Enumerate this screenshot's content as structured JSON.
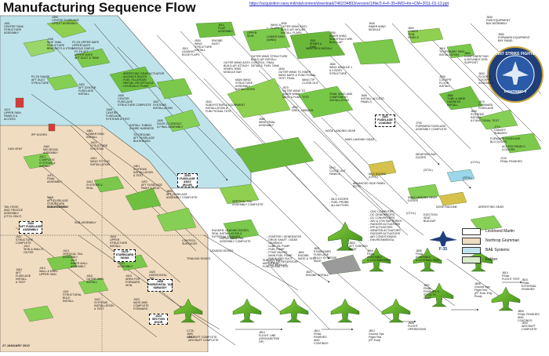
{
  "title": "Manufacturing Sequence Flow",
  "source_url": "https://acquisition.navy.mil/rda/content/download/7462/34893/version/1/file/3.4+F-35+IMD+for+CM+2011-01-13.ppt",
  "date": "27 JANUARY 2010",
  "legend": [
    {
      "label": "Lockheed Martin",
      "color": "#ffffff"
    },
    {
      "label": "Northrop Grumman",
      "color": "#f0dcc0"
    },
    {
      "label": "BAE Systems",
      "color": "#bfe3ea"
    },
    {
      "label": "Fokker",
      "color": "#d8ecc8"
    }
  ],
  "badge": {
    "top_text": "JOINT STRIKE FIGHTER",
    "center_text": "LIGHTNING II"
  },
  "f35_logo": "F-35",
  "boxes": [
    {
      "id": "b1",
      "text": "J2G2\nFUSELAGE\nASSY\n(BLUE)"
    },
    {
      "id": "b2",
      "text": "J301\nFUSELAGE\nLOADING"
    },
    {
      "id": "b3",
      "text": "J333\nAFT FUSELAGE\nASSEMBLY"
    },
    {
      "id": "b4",
      "text": "J4/J5\nSTARBOARD\nSKINS"
    },
    {
      "id": "b5",
      "text": "J424\nSECTION\nDOOR"
    },
    {
      "id": "b6",
      "text": "J455\nHORIZONTAL TAIL\nSUBASSY"
    }
  ],
  "labels": [
    {
      "id": "l1",
      "text": "J400\nCENTER FUSELAGE\nUPSUIT ASSEMBLY"
    },
    {
      "id": "l2",
      "text": "J401\nCENTER TANK\nSTRUCTURE\nASSEMBLY"
    },
    {
      "id": "l3",
      "text": "J406\nSIDE TANK\nSTRUCTURE\nBRACKETS & STNS"
    },
    {
      "id": "l4",
      "text": "P2 ZH UPPER MATE\nUPPER MATE\nMISSILE SHIELD"
    },
    {
      "id": "l5",
      "text": "P2 ZH AFT\nUPPER MATE\nAFT DUCT & TANK"
    },
    {
      "id": "l6",
      "text": "P2 ZH SHADE\nAFT DUCT\nSTRUCTURE"
    },
    {
      "id": "l7",
      "text": "J474\nUPPER SKIN\nPANELS &\nACCESS"
    },
    {
      "id": "l8",
      "text": "J403\nAFT CENTER\nFUSELAGE\nINSTALL"
    },
    {
      "id": "l9",
      "text": "J405\nCENTER\nFUSELAGE\nSTRUCTURE COMPLETE"
    },
    {
      "id": "l10",
      "text": "J407\nSYSTEMS\nINSTALLATION"
    },
    {
      "id": "l11",
      "text": "J408\nCENTER\nFUSELAGE\nSYSTEMS & TEST"
    },
    {
      "id": "l12",
      "text": "J409\nDOOR CLOSEOUT\n& FINAL ASSEMBLY"
    },
    {
      "id": "l13",
      "text": "IPP DOORS"
    },
    {
      "id": "l14",
      "text": "GUN VENT"
    },
    {
      "id": "l15",
      "text": "J4B1\nLOWER SKIN\nINSTALL"
    },
    {
      "id": "l16",
      "text": "J4A2\nMID BOOM\nASSEMBLY"
    },
    {
      "id": "l17",
      "text": "J4C3\nSTRUCTURE\nSYSTEMS"
    },
    {
      "id": "l18",
      "text": "J4C1\nCOMPLETE\nSYSTEMS &\nINSTALL"
    },
    {
      "id": "l19",
      "text": "J4D1\nWING FITTING\nINSTALLATION"
    },
    {
      "id": "l20",
      "text": "J4E1\nSYSTEMS\nINSTALLATION\n& TEST"
    },
    {
      "id": "l21",
      "text": "J4F1\nFINAL\nASSEMBLY"
    },
    {
      "id": "l22",
      "text": "J4F2\nAFT FUSELAGE\nPAINT & SEAL"
    },
    {
      "id": "l23",
      "text": "J4G1\nSYSTEMS &\nSEAL"
    },
    {
      "id": "l24",
      "text": "TAIL HOOK\nAND TRIGGLE\nASSEMBLY\n(CTOL ONLY)"
    },
    {
      "id": "l25",
      "text": "SUB-ASSEMBLY"
    },
    {
      "id": "l26",
      "text": "J411\nSTRUCTURE\nCOMPLETE"
    },
    {
      "id": "l27",
      "text": "J412\nSKIN & WALLS\nOUTER"
    },
    {
      "id": "l28",
      "text": "J413\nVERTICAL TAIL\nASSEMBLY"
    },
    {
      "id": "l29",
      "text": "J414\nWALL & DRILL\nUPPER SKIN"
    },
    {
      "id": "l30",
      "text": "J415\nINNER WALL\nASSEMBLY"
    },
    {
      "id": "l31",
      "text": "J416\nUPPER\nSTRUCTURE\nINSTALL"
    },
    {
      "id": "l32",
      "text": "J417\nTEST\nASSEMBLY"
    },
    {
      "id": "l33",
      "text": "J418\nOUTER SKIN\nINSTALL"
    },
    {
      "id": "l34",
      "text": "J419\nAREA FOR\nFORWARD\nSKIN"
    },
    {
      "id": "l35",
      "text": "J420\nHORIZONTAL\nTAIL\nASSEMBLY"
    },
    {
      "id": "l36",
      "text": "J421\nSTRUCTURAL\nBULK\nINSTALL"
    },
    {
      "id": "l37",
      "text": "J422\nSYSTEMS\nINSTALLATION\n& TEST"
    },
    {
      "id": "l38",
      "text": "J423\nMATE AND\nCOMPLETE\nFORWARD"
    },
    {
      "id": "l39",
      "text": "J500\nWING\nSTRUCTURE\nINSTALL"
    },
    {
      "id": "l40",
      "text": "J510\nLEADING\nEDGE FLAPS"
    },
    {
      "id": "l41",
      "text": "J514\nFLAP\nASSEMBLY"
    },
    {
      "id": "l42",
      "text": "J520\nSUBSYSTEMS & EQUIPMENT\nINSTALLATION &\nFUNCTIONAL TEST"
    },
    {
      "id": "l43",
      "text": "J530\nOUTER WING ASSY\nBUILD-UP, MOUNT\nINSTALL FLAPS"
    },
    {
      "id": "l44",
      "text": "J540\nINNER WING\nMODULE"
    },
    {
      "id": "l45",
      "text": "J550\nINNER WING\nSUBSTRUCTURE\nBUILD-UP"
    },
    {
      "id": "l46",
      "text": "J551\nSPARS &\nRIBS"
    },
    {
      "id": "l47",
      "text": "J560\nWING MODULE 1\n& 2 BODY\nSTRUCTURE"
    },
    {
      "id": "l48",
      "text": "J570\nOUTER WING TO\nINNER WING\nMATE & FUNC TEST"
    },
    {
      "id": "l49",
      "text": "J580\nWING FINAL\nASSEMBLY"
    },
    {
      "id": "l50",
      "text": "J600\nLOWER\nSKIN\nPANELS"
    },
    {
      "id": "l51",
      "text": "J602\nDRILL, DEBURR"
    },
    {
      "id": "l52",
      "text": "J610\nTEMPORARY SKIN\nINSTALLATION"
    },
    {
      "id": "l53",
      "text": "J620\nFLOOR &\nCOCKPIT\nASSEMBLY"
    },
    {
      "id": "l54",
      "text": "J630\nCOCKPIT\nFLOOR\nINSTALL"
    },
    {
      "id": "l55",
      "text": "J640\nFWD EQUIPMENT\nBAY ASSEMBLY"
    },
    {
      "id": "l56",
      "text": "J650\nFORWARD EQUIPMENT\nBAY PANEL"
    },
    {
      "id": "l57",
      "text": "J660\nCOMPONENT BAY\n& MOVABLE DISK\nSUPPORT"
    },
    {
      "id": "l58",
      "text": "J670\nFORWARD\nFUSELAGE"
    },
    {
      "id": "l59",
      "text": "J680\nTUBE & WIRE\nHARNESS\nINSTALL"
    },
    {
      "id": "l60",
      "text": "J690\nSYSTEMS\nINSTALL\n& FUNCTIONAL TEST"
    },
    {
      "id": "l61",
      "text": "J700\nFORWARD FUSELAGE\nASSEMBLY COMPLETE"
    },
    {
      "id": "l62",
      "text": "J710\nCANOPY\nSUBASSY"
    },
    {
      "id": "l63",
      "text": "ACCESS PANELS\n& DOORS"
    },
    {
      "id": "l64",
      "text": "J720\nFINAL FINISHES"
    },
    {
      "id": "l65",
      "text": "FORWARD FUSELAGE\nBLG DOORS"
    },
    {
      "id": "l66",
      "text": "MAIN LANDING GEAR"
    },
    {
      "id": "l67",
      "text": "NOSE LANDING GEAR"
    },
    {
      "id": "l68",
      "text": "WEAPONS BAY\nDOORS"
    },
    {
      "id": "l69",
      "text": "MLG\nCLOSE-OUT\nPANELS"
    },
    {
      "id": "l70",
      "text": "MLG DOORS\n(CTOL)"
    },
    {
      "id": "l71",
      "text": "ADVANCED SIDE PANEL\nEDTS"
    },
    {
      "id": "l72",
      "text": "MAIN LANDING GEAR\nDOORS"
    },
    {
      "id": "l73",
      "text": "ARRESTING GEAR"
    },
    {
      "id": "l74",
      "text": "(STOL)"
    },
    {
      "id": "l75",
      "text": "NOSE RADOME"
    },
    {
      "id": "l76",
      "text": "EJECTION\nSEAT\nBUILDUP"
    },
    {
      "id": "l77",
      "text": "J800\nAFT FUSELAGE\nASSEMBLY COMPLETE"
    },
    {
      "id": "l78",
      "text": "J801\nSTARBOARD\nFUSELAGE\nFULLY SYSTEMS\nMATE"
    },
    {
      "id": "l79",
      "text": "J802\nENGINE\nMATE & TEST"
    },
    {
      "id": "l80",
      "text": "J803\nAFT CHRONO\nMATE"
    },
    {
      "id": "l81",
      "text": "J804\nFINAL\nASSEMBLY\n& SYSTEMS TEST"
    },
    {
      "id": "l82",
      "text": "J805\nFINAL\nASSEMBLY\n& SYSTEMS TEST"
    },
    {
      "id": "l83",
      "text": "J806\nGround Ops\nFlight Test\n(FF Eval, Eng\nRuns)"
    },
    {
      "id": "l84",
      "text": "J807\nFINAL\nFINISHES &\nSTEALTH\nCOAT"
    },
    {
      "id": "l85",
      "text": "J808\nFLIGHT\nOPERATIONS"
    },
    {
      "id": "l86",
      "text": "J809\nFINAL FINISHES\nAND\nCOATINGS"
    },
    {
      "id": "l87",
      "text": "J810\nFLIGHT LINE\n(GROUND/TRM\nOP)"
    },
    {
      "id": "l88",
      "text": "J811\nAIRCRAFT COMPLETE"
    },
    {
      "id": "l89",
      "text": "J812\nFINAL\nFINISHES\nAND\nCOATINGS"
    },
    {
      "id": "l90",
      "text": "J813\nGround Ops\nFlight Test\n(FF Eval)"
    },
    {
      "id": "l91",
      "text": "J814\nFINAL\nFLIGHT TEST"
    },
    {
      "id": "l92",
      "text": "J815\nFINAL\nEXTERNAL\nFINISHES"
    },
    {
      "id": "l93",
      "text": "J830\nAIRCRAFT\nCOMPLETE"
    },
    {
      "id": "l94",
      "text": "CTOL\nJ899\nAIRCRAFT COMPLETE"
    },
    {
      "id": "l95",
      "text": "SUBSYSTEMS\nMATE/TRIAL\nFUNCTIONAL TEST"
    },
    {
      "id": "l96",
      "text": "J821\nENGINE INSTALL"
    },
    {
      "id": "l97",
      "text": "- STARTER / GENERATOR\n- DRIVE SHAFT / GEAR\n- GEARBOX\n- LUBE OIL PUMP\n- FUEL PUMP\n- FTMS VALVES\n- MAIN FUEL PUMP\n- FAN BLEED DUCT\n- EDU, OIL RESERVOIR\n- ROT MODULE"
    },
    {
      "id": "l98",
      "text": "- ARRESTING GEAR ACTUATOR\n- AVIONICS RACKS\n- FUEL FILL/DRAIN\n- REFUEL RECEPTACLE\n- HYDRAULIC PUMP"
    },
    {
      "id": "l99",
      "text": "- ONC COMPUTER\n- DC GENERATORS\n- DC CONVERTERS\n- 28V & 270V BATTERIES\n- RUDDER ACTUATORS\n- IPP ACTUATORS\n- WEAPON ACTUATORS\n- RUDDER ACTUATORS\n- AIR CONDITIONING\n- ENVIRONMENTAL"
    },
    {
      "id": "l100",
      "text": "RUDDER, LEADING EDGES,\nSEAL INSTALLATION &\nEXTERNAL FINISHES"
    },
    {
      "id": "l101",
      "text": "VERTICAL TAIL\nASSEMBLY COMPLETE"
    },
    {
      "id": "l102",
      "text": "HORIZONTAL TAIL\nASSEMBLY COMPLETE"
    },
    {
      "id": "l103",
      "text": "CONTROL\nSURFACES"
    },
    {
      "id": "l104",
      "text": "TRAILING EDGES"
    },
    {
      "id": "l105",
      "text": "LEADING EDGES"
    },
    {
      "id": "l106",
      "text": "- MLG DOORS\n- FUEL PROBE\n- ALLAH PODS"
    },
    {
      "id": "l107",
      "text": "(STOL)"
    },
    {
      "id": "l108",
      "text": "(CTOL)"
    },
    {
      "id": "l109",
      "text": "ENGINE\nINLET"
    },
    {
      "id": "l110",
      "text": "WING &\nFLAPS"
    },
    {
      "id": "l111",
      "text": "UPPER\nSKIN"
    },
    {
      "id": "l112",
      "text": "LOWER SKIN\n(WING)"
    },
    {
      "id": "l113",
      "text": "OUTER WING ASSY:\nBUILD-UP, ATTACH\nSPARS, RIBS\nMODULE BAY"
    },
    {
      "id": "l114",
      "text": "WING BOX INSTALL"
    },
    {
      "id": "l115",
      "text": "MAIN WING\nSTRUCTURE\nASSEMBLY\nINSTALLATION"
    },
    {
      "id": "l116",
      "text": "FINAL WING AND\nCOMPONENT\nINSTALLATION"
    },
    {
      "id": "l117",
      "text": "WING TIP\nCLOSE-OUT"
    },
    {
      "id": "l118",
      "text": "OUTER WING STRUCTURE\nBUILD-UP, INSTALL\nCONTROL, FINAL\nDETAILS, FUEL TANK"
    },
    {
      "id": "l119",
      "text": "J530\nOUTER WING TO INNER\nWING MATE & FUNCTIONAL\nTEST, FINAL"
    },
    {
      "id": "l120",
      "text": "J555\nINSTALL ACCESS\nPANELS"
    },
    {
      "id": "l121",
      "text": "TO GROUND\nAFT FUSELAGE\nBULKHEADS"
    },
    {
      "id": "l122",
      "text": "INSTALL TUBING\n& WIRE HARNESS"
    },
    {
      "id": "l123",
      "text": "J4A5\nAFT FUSELAGE\nSTRUCTURE\nMODIFICATION"
    },
    {
      "id": "l124",
      "text": "SUB-ASSEMBLY"
    },
    {
      "id": "l125",
      "text": "J4A1\nAFT\nFUSELAGE\nINSTALL\n& TEST"
    },
    {
      "id": "l126",
      "text": "(CTOL)"
    }
  ]
}
